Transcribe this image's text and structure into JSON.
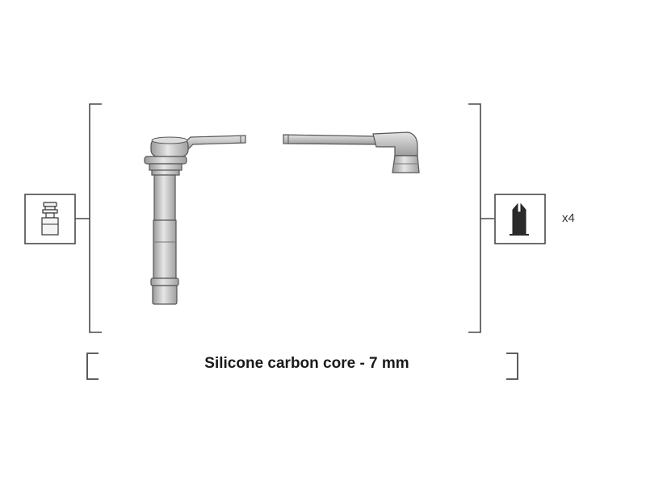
{
  "caption": "Silicone carbon core - 7 mm",
  "quantity_label": "x4",
  "parts": {
    "left_terminal_icon": "spark-plug-terminal-icon",
    "right_terminal_icon": "distributor-terminal-icon",
    "plug_boot": "straight-spark-plug-boot",
    "distributor_boot": "angled-distributor-boot"
  },
  "colors": {
    "line": "#4a4a4a",
    "part_fill": "#d4d4d4",
    "part_shade": "#a8a8a8",
    "terminal_dark": "#2b2b2b"
  }
}
